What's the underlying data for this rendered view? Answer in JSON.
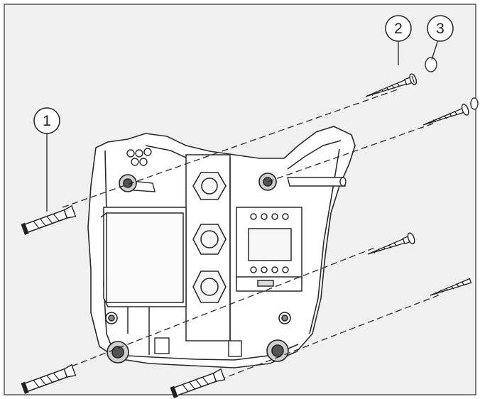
{
  "figure": {
    "background": "#f0f0f0",
    "frame_color": "#555555",
    "line_color": "#2a2a2a",
    "callouts": [
      {
        "id": "1",
        "label": "1"
      },
      {
        "id": "2",
        "label": "2"
      },
      {
        "id": "3",
        "label": "3"
      }
    ]
  }
}
